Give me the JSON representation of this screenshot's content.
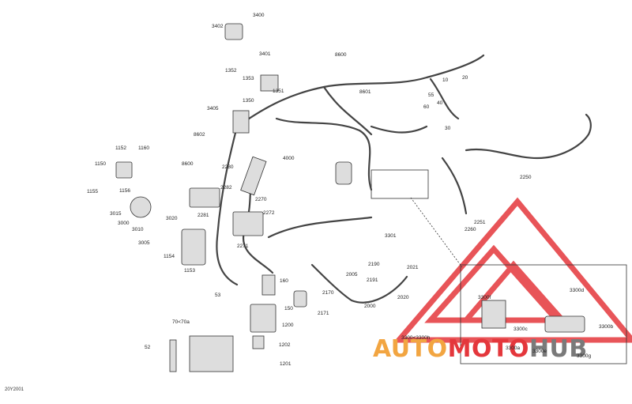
{
  "diagram": {
    "labels": [
      {
        "id": "p3400",
        "text": "3400"
      },
      {
        "id": "p3402",
        "text": "3402"
      },
      {
        "id": "p3401",
        "text": "3401"
      },
      {
        "id": "p1352",
        "text": "1352"
      },
      {
        "id": "p1353",
        "text": "1353"
      },
      {
        "id": "p1351",
        "text": "1351"
      },
      {
        "id": "p1350",
        "text": "1350"
      },
      {
        "id": "p3405",
        "text": "3405"
      },
      {
        "id": "p8602",
        "text": "8602"
      },
      {
        "id": "p8600a",
        "text": "8600"
      },
      {
        "id": "p2280",
        "text": "2280"
      },
      {
        "id": "p4000",
        "text": "4000"
      },
      {
        "id": "p2282",
        "text": "2282"
      },
      {
        "id": "p2270",
        "text": "2270"
      },
      {
        "id": "p2281",
        "text": "2281"
      },
      {
        "id": "p2272",
        "text": "2272"
      },
      {
        "id": "p2271",
        "text": "2271"
      },
      {
        "id": "p8600b",
        "text": "8600"
      },
      {
        "id": "p8601",
        "text": "8601"
      },
      {
        "id": "p10",
        "text": "10"
      },
      {
        "id": "p20",
        "text": "20"
      },
      {
        "id": "p55",
        "text": "55"
      },
      {
        "id": "p40",
        "text": "40"
      },
      {
        "id": "p60",
        "text": "60"
      },
      {
        "id": "p30",
        "text": "30"
      },
      {
        "id": "p2250",
        "text": "2250"
      },
      {
        "id": "p2251",
        "text": "2251"
      },
      {
        "id": "p2260",
        "text": "2260"
      },
      {
        "id": "p1152",
        "text": "1152"
      },
      {
        "id": "p1160",
        "text": "1160"
      },
      {
        "id": "p1150",
        "text": "1150"
      },
      {
        "id": "p1155",
        "text": "1155"
      },
      {
        "id": "p1156",
        "text": "1156"
      },
      {
        "id": "p3015",
        "text": "3015"
      },
      {
        "id": "p3000",
        "text": "3000"
      },
      {
        "id": "p3010",
        "text": "3010"
      },
      {
        "id": "p3020",
        "text": "3020"
      },
      {
        "id": "p3005",
        "text": "3005"
      },
      {
        "id": "p1154",
        "text": "1154"
      },
      {
        "id": "p1153",
        "text": "1153"
      },
      {
        "id": "p3301",
        "text": "3301"
      },
      {
        "id": "p2190",
        "text": "2190"
      },
      {
        "id": "p2021",
        "text": "2021"
      },
      {
        "id": "p2005",
        "text": "2005"
      },
      {
        "id": "p2191",
        "text": "2191"
      },
      {
        "id": "p2170",
        "text": "2170"
      },
      {
        "id": "p2171",
        "text": "2171"
      },
      {
        "id": "p2000",
        "text": "2000"
      },
      {
        "id": "p2020",
        "text": "2020"
      },
      {
        "id": "p160",
        "text": "160"
      },
      {
        "id": "p150",
        "text": "150"
      },
      {
        "id": "p53",
        "text": "53"
      },
      {
        "id": "p70",
        "text": "70<70a"
      },
      {
        "id": "p52",
        "text": "52"
      },
      {
        "id": "p1200",
        "text": "1200"
      },
      {
        "id": "p1202",
        "text": "1202"
      },
      {
        "id": "p1201",
        "text": "1201"
      },
      {
        "id": "p3300r",
        "text": "3300<3300h"
      },
      {
        "id": "p3300f",
        "text": "3300f"
      },
      {
        "id": "p3300d",
        "text": "3300d"
      },
      {
        "id": "p3300b",
        "text": "3300b"
      },
      {
        "id": "p3300c",
        "text": "3300c"
      },
      {
        "id": "p3300a",
        "text": "3300a"
      },
      {
        "id": "p3300e",
        "text": "3300e"
      },
      {
        "id": "p3300g",
        "text": "3300g"
      }
    ],
    "code": "20Y2001 "
  },
  "watermark": {
    "part1": "AUTO",
    "part2": "MOTO",
    "part3": "HUB"
  },
  "colors": {
    "accent_red": "#e4373c",
    "accent_orange": "#f2a541",
    "line": "#444444"
  }
}
